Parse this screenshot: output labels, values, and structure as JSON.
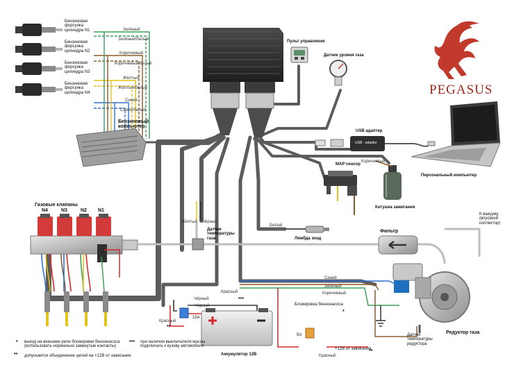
{
  "brand": {
    "logo_text": "PEGASUS",
    "accent": "#c0392b"
  },
  "labels": {
    "injector1": "Бензиновая форсунка цилиндра N1",
    "injector2": "Бензиновая форсунка цилиндра N2",
    "injector3": "Бензиновая форсунка цилиндра N3",
    "injector4": "Бензиновая форсунка цилиндра N4",
    "petrol_ecu": "Бензиновый компьютер",
    "control_panel": "Пульт управления",
    "gas_level_sensor": "Датчик уровня газа",
    "usb_adapter": "USB адаптер",
    "usb_box": "USB - adapter",
    "pc": "Персональный компьютер",
    "map_sensor": "MAP сенсор",
    "ignition_coil": "Катушка зажигания",
    "gas_valves": "Газовые клапаны",
    "n4": "N4",
    "n3": "N3",
    "n2": "N2",
    "n1": "N1",
    "temp_sensor": "Датчик температуры газа",
    "lambda": "Лямбда зонд",
    "filter": "Фильтр",
    "to_vacuum": "К вакууму (впускной коллектор)",
    "reducer": "Редуктор газа",
    "reducer_temp": "Датчик температуры редуктора",
    "battery": "Аккумулятор 12В",
    "fuse15": "15А",
    "fuse5": "5А",
    "pump_block": "Блокировка бензонасоса",
    "plus12": "+12В от зажигания",
    "note1": "выход на внешнее реле блокировки бензонасоса (использовать нормально замкнутые контакты)",
    "note2": "допускается объединение цепей на +12В от зажигания",
    "note3": "при наличии выключателя массы подключать к кузову автомобиля",
    "star_single": "*",
    "star_double": "**",
    "star_triple": "***"
  },
  "wires": {
    "green": "Зелёный",
    "green_white": "Зелёный/белый",
    "brown": "Коричневый",
    "brown_white": "Коричневый/белый",
    "yellow": "Жёлтый",
    "yellow_white": "Жёлтый/белый",
    "blue": "Синий",
    "blue_white": "Синий/белый",
    "black": "Чёрный",
    "white": "Белый",
    "red": "Красный"
  },
  "colors": {
    "cable": "#5a5a5a",
    "valve_red": "#d33a3a",
    "wire_green": "#3aa05a",
    "wire_brown": "#8b5a2b",
    "wire_yellow": "#e3c21a",
    "wire_blue": "#2f6fd0",
    "wire_red": "#d22a2a",
    "ecu": "#2d2d2d"
  }
}
